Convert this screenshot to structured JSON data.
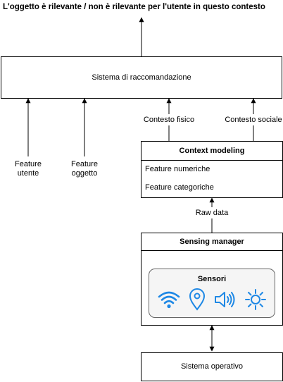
{
  "diagram": {
    "top_label": "L'oggetto è rilevante / non è rilevante per l'utente in questo contesto",
    "recommender": {
      "label": "Sistema di raccomandazione"
    },
    "inputs": {
      "feature_utente": "Feature\nutente",
      "feature_oggetto": "Feature\noggetto",
      "contesto_fisico": "Contesto fisico",
      "contesto_sociale": "Contesto sociale"
    },
    "context_modeling": {
      "title": "Context modeling",
      "items": [
        "Feature numeriche",
        "Feature categoriche"
      ]
    },
    "raw_data_label": "Raw data",
    "sensing_manager": {
      "title": "Sensing manager",
      "sensors": {
        "title": "Sensori",
        "icons": [
          "wifi-icon",
          "location-pin-icon",
          "speaker-icon",
          "sun-icon"
        ],
        "icon_color": "#1E88E5",
        "panel_fill": "#F5F5F5"
      }
    },
    "os": {
      "label": "Sistema operativo"
    }
  }
}
